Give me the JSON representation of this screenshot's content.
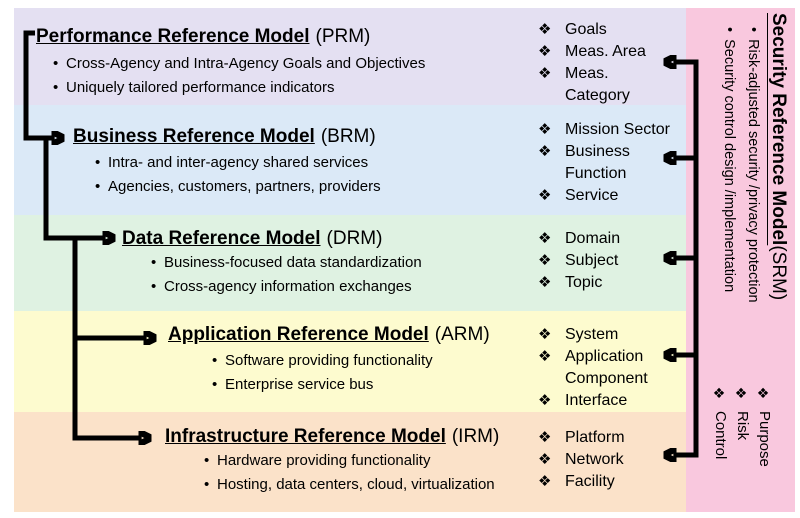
{
  "icons": {
    "item_bullet": "❖",
    "dot_bullet": "•"
  },
  "colors": {
    "prm_band": "#e4e0f2",
    "brm_band": "#dbe9f7",
    "drm_band": "#dff2e2",
    "arm_band": "#fdfbcf",
    "irm_band": "#fbe2c9",
    "srm_band": "#f9c8de",
    "connector": "#000000"
  },
  "models": [
    {
      "key": "prm",
      "name": "Performance Reference Model",
      "abbr": "(PRM)",
      "bullets": [
        "Cross-Agency and Intra-Agency Goals and Objectives",
        "Uniquely tailored performance indicators"
      ],
      "items": [
        "Goals",
        "Meas. Area",
        "Meas. Category"
      ]
    },
    {
      "key": "brm",
      "name": "Business Reference Model",
      "abbr": "(BRM)",
      "bullets": [
        "Intra- and inter-agency shared services",
        "Agencies, customers, partners, providers"
      ],
      "items": [
        "Mission Sector",
        "Business Function",
        "Service"
      ]
    },
    {
      "key": "drm",
      "name": "Data Reference Model",
      "abbr": "(DRM)",
      "bullets": [
        "Business-focused data standardization",
        "Cross-agency information exchanges"
      ],
      "items": [
        "Domain",
        "Subject",
        "Topic"
      ]
    },
    {
      "key": "arm",
      "name": "Application Reference Model",
      "abbr": "(ARM)",
      "bullets": [
        "Software providing functionality",
        "Enterprise service bus"
      ],
      "items": [
        "System",
        "Application Component",
        "Interface"
      ]
    },
    {
      "key": "irm",
      "name": "Infrastructure Reference Model",
      "abbr": "(IRM)",
      "bullets": [
        "Hardware providing functionality",
        "Hosting, data centers, cloud, virtualization"
      ],
      "items": [
        "Platform",
        "Network",
        "Facility"
      ]
    }
  ],
  "security_model": {
    "name": "Security Reference Model",
    "abbr": "(SRM)",
    "bullets": [
      "Risk-adjusted security /privacy protection",
      "Security control design /implementation"
    ],
    "items": [
      "Purpose",
      "Risk",
      "Control"
    ]
  }
}
